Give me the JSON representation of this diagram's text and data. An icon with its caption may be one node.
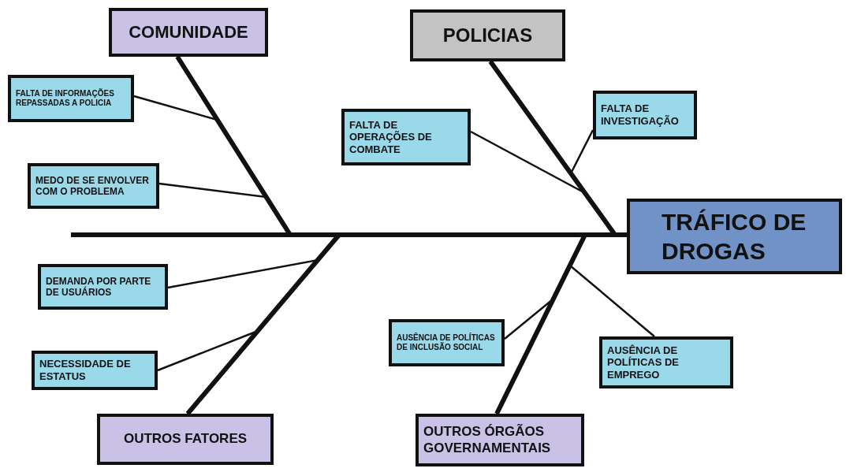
{
  "diagram": {
    "nodes": [
      {
        "text": [
          "COMUNIDADE"
        ]
      },
      {
        "text": [
          "POLICIAS"
        ]
      },
      {
        "text": [
          "TRÁFICO DE DROGAS"
        ]
      },
      {
        "text": [
          "FALTA DE INFORMAÇÕES REPASSADAS A POLICIA"
        ]
      },
      {
        "text": [
          "FALTA DE OPERAÇÕES DE COMBATE"
        ]
      },
      {
        "text": [
          "FALTA DE INVESTIGAÇÃO"
        ]
      },
      {
        "text": [
          "MEDO DE SE ENVOLVER COM O PROBLEMA"
        ]
      },
      {
        "text": [
          "DEMANDA POR PARTE DE USUÁRIOS"
        ]
      },
      {
        "text": [
          "AUSÊNCIA DE POLÍTICAS DE INCLUSÃO SOCIAL"
        ]
      },
      {
        "text": [
          "AUSÊNCIA DE POLÍTICAS DE EMPREGO"
        ]
      },
      {
        "text": [
          "NECESSIDADE DE ESTATUS"
        ]
      },
      {
        "text": [
          "OUTROS FATORES"
        ]
      },
      {
        "text": [
          "OUTROS ÓRGÃOS GOVERNAMENTAIS"
        ]
      }
    ],
    "edges": [
      {
        "from": null,
        "to": 2,
        "arrow": "none",
        "style": "thick"
      },
      {
        "from": 0,
        "to": 2,
        "arrow": "none",
        "style": "thick"
      },
      {
        "from": 1,
        "to": 2,
        "arrow": "none",
        "style": "thick"
      },
      {
        "from": 11,
        "to": 2,
        "arrow": "none",
        "style": "thick"
      },
      {
        "from": 12,
        "to": 2,
        "arrow": "none",
        "style": "thick"
      },
      {
        "from": 3,
        "to": 0,
        "arrow": "none"
      },
      {
        "from": 6,
        "to": 0,
        "arrow": "none"
      },
      {
        "from": 4,
        "to": 1,
        "arrow": "none"
      },
      {
        "from": 5,
        "to": 1,
        "arrow": "none"
      },
      {
        "from": 7,
        "to": 11,
        "arrow": "none"
      },
      {
        "from": 10,
        "to": 11,
        "arrow": "none"
      },
      {
        "from": 8,
        "to": 12,
        "arrow": "none"
      },
      {
        "from": 9,
        "to": 12,
        "arrow": "none"
      }
    ]
  }
}
